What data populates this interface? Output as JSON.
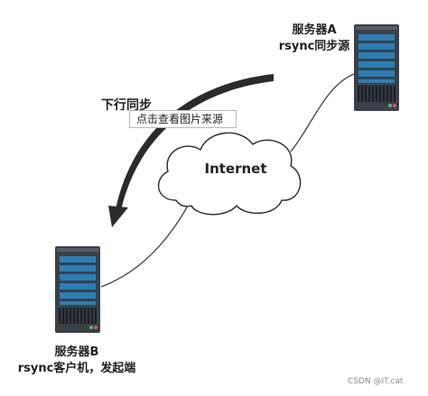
{
  "diagram": {
    "server_a": {
      "name": "服务器A",
      "role": "rsync同步源"
    },
    "server_b": {
      "name": "服务器B",
      "role": "rsync客户机，发起端"
    },
    "arrow_label": "下行同步",
    "cloud_label": "Internet",
    "tooltip": "点击查看图片来源",
    "watermark": "CSDN @IT.cat"
  }
}
